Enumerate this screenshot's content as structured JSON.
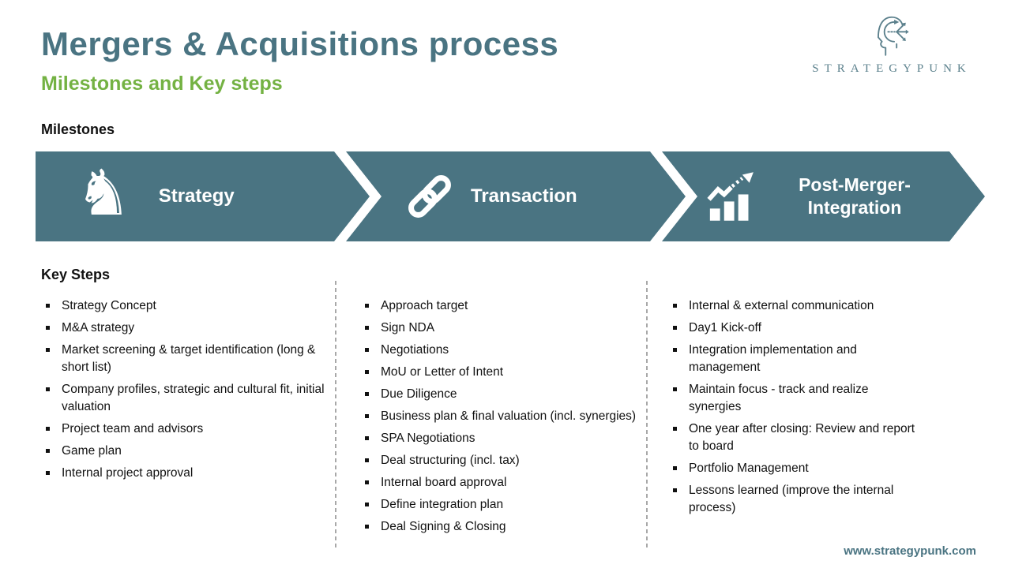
{
  "header": {
    "title": "Mergers & Acquisitions process",
    "subtitle": "Milestones and Key steps"
  },
  "logo": {
    "brand": "STRATEGYPUNK"
  },
  "milestones": {
    "label": "Milestones",
    "items": [
      {
        "label": "Strategy",
        "icon": "chess-knight-icon"
      },
      {
        "label": "Transaction",
        "icon": "chain-link-icon"
      },
      {
        "label": "Post-Merger-Integration",
        "icon": "growth-chart-icon"
      }
    ]
  },
  "key_steps": {
    "label": "Key Steps",
    "columns": [
      {
        "items": [
          "Strategy Concept",
          "M&A strategy",
          "Market screening & target identification (long & short list)",
          "Company profiles, strategic and cultural fit, initial valuation",
          "Project team and advisors",
          "Game plan",
          "Internal project approval"
        ]
      },
      {
        "items": [
          "Approach target",
          "Sign NDA",
          "Negotiations",
          "MoU or Letter of Intent",
          "Due Diligence",
          "Business plan & final valuation (incl. synergies)",
          "SPA Negotiations",
          "Deal structuring (incl. tax)",
          "Internal board approval",
          "Define integration plan",
          "Deal Signing & Closing"
        ]
      },
      {
        "items": [
          "Internal & external communication",
          "Day1 Kick-off",
          "Integration implementation and management",
          "Maintain focus - track and realize synergies",
          "One year after closing: Review and report to board",
          "Portfolio Management",
          "Lessons learned (improve the internal process)"
        ]
      }
    ]
  },
  "footer": {
    "website": "www.strategypunk.com"
  },
  "colors": {
    "teal": "#4a7482",
    "green": "#74b243",
    "text": "#111111",
    "divider": "#a8a8a8",
    "logo_teal": "#5b808c"
  }
}
